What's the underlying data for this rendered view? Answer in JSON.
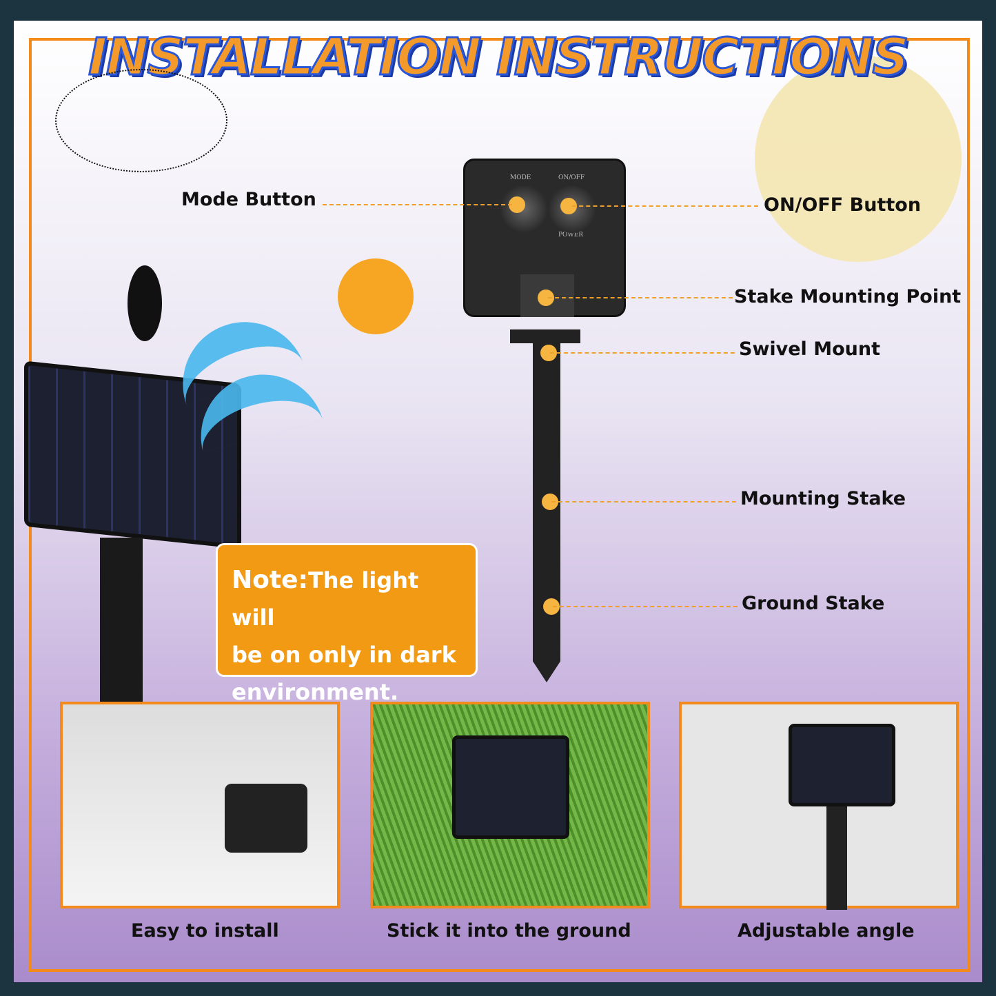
{
  "title": "INSTALLATION INSTRUCTIONS",
  "device_labels": {
    "mode": "MODE",
    "onoff": "ON/OFF",
    "power": "POWER"
  },
  "callouts": {
    "mode_button": "Mode Button",
    "onoff_button": "ON/OFF Button",
    "stake_mounting_point": "Stake Mounting Point",
    "swivel_mount": "Swivel Mount",
    "mounting_stake": "Mounting Stake",
    "ground_stake": "Ground Stake"
  },
  "note": {
    "prefix": "Note:",
    "text1": "The light will",
    "text2": "be on only in dark",
    "text3": "environment."
  },
  "photos": [
    {
      "caption": "Easy to install"
    },
    {
      "caption": "Stick it into the ground"
    },
    {
      "caption": "Adjustable angle"
    }
  ],
  "colors": {
    "accent": "#f28a1c",
    "note_bg": "#f29a14",
    "dot": "#f6b441",
    "title_stroke": "#2a56d8"
  }
}
